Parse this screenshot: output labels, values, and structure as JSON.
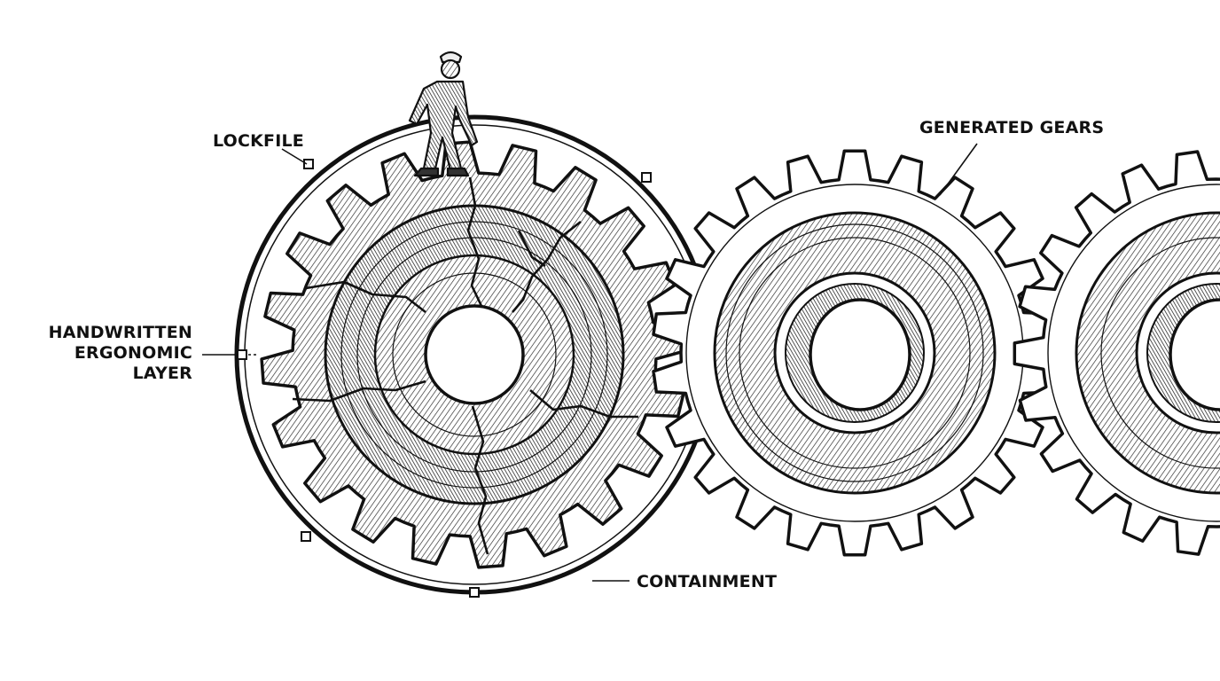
{
  "labels": {
    "lockfile": "LOCKFILE",
    "generated_gears": "GENERATED GEARS",
    "handwritten_line1": "HANDWRITTEN",
    "handwritten_line2": "ERGONOMIC",
    "handwritten_line3": "LAYER",
    "containment": "CONTAINMENT"
  },
  "colors": {
    "ink": "#111111",
    "paper": "#ffffff"
  },
  "illustration": {
    "main_gear": "cracked-gear",
    "worker": "worker-figure",
    "driven_gears": "generated-gear"
  }
}
